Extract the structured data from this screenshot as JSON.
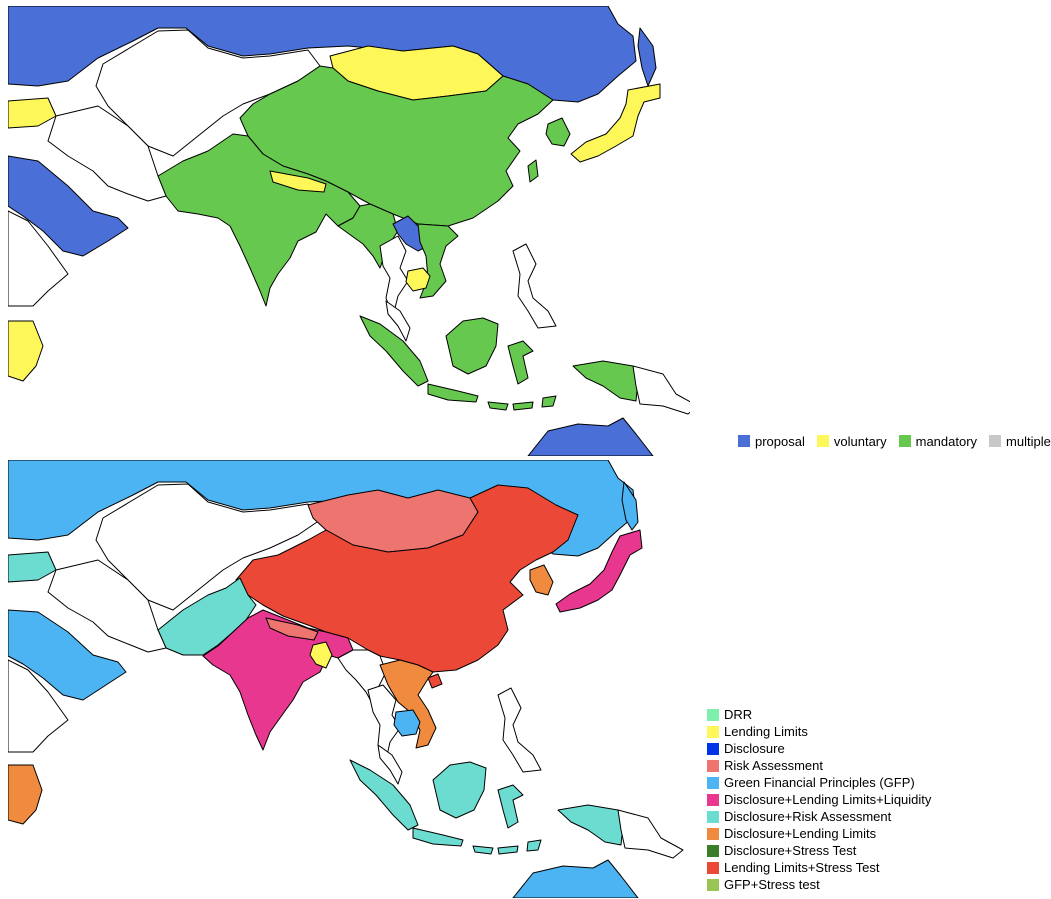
{
  "legend_top": [
    {
      "label": "proposal",
      "color": "#4a6fd6"
    },
    {
      "label": "voluntary",
      "color": "#fdf75a"
    },
    {
      "label": "mandatory",
      "color": "#67c84f"
    },
    {
      "label": "multiple",
      "color": "#c8c8c8"
    }
  ],
  "legend_bottom": [
    {
      "label": "DRR",
      "color": "#7ef0ac"
    },
    {
      "label": "Lending Limits",
      "color": "#fdf75a"
    },
    {
      "label": "Disclosure",
      "color": "#0033e6"
    },
    {
      "label": "Risk Assessment",
      "color": "#ee7470"
    },
    {
      "label": "Green Financial Principles (GFP)",
      "color": "#4db4f4"
    },
    {
      "label": "Disclosure+Lending Limits+Liquidity",
      "color": "#e7378f"
    },
    {
      "label": "Disclosure+Risk Assessment",
      "color": "#6cdbd0"
    },
    {
      "label": "Disclosure+Lending Limits",
      "color": "#f08a3e"
    },
    {
      "label": "Disclosure+Stress Test",
      "color": "#3a7d2a"
    },
    {
      "label": "Lending Limits+Stress Test",
      "color": "#eb4838"
    },
    {
      "label": "GFP+Stress test",
      "color": "#9ac455"
    }
  ],
  "colors": {
    "background": "#ffffff",
    "outline": "#000000",
    "land_default": "#ffffff"
  }
}
